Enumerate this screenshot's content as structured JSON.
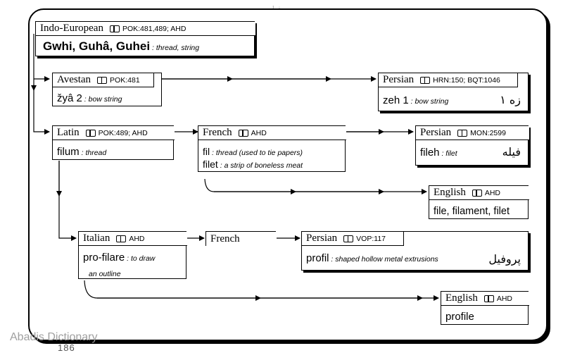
{
  "watermark_top": "فیله",
  "watermark_bottom": "Abadis Dictionary",
  "page_number": "186",
  "boxes": {
    "indo_european": {
      "lang": "Indo-European",
      "src": "POK:481,489; AHD",
      "word": "Gwhi, Guhâ, Guhei",
      "gloss": "thread, string"
    },
    "avestan": {
      "lang": "Avestan",
      "src": "POK:481",
      "word": "žyâ 2",
      "gloss": "bow string"
    },
    "persian_zeh": {
      "lang": "Persian",
      "src": "HRN:150; BQT:1046",
      "word": "zeh 1",
      "gloss": "bow string",
      "arabic": "زه ۱"
    },
    "latin": {
      "lang": "Latin",
      "src": "POK:489; AHD",
      "word": "filum",
      "gloss": "thread"
    },
    "french_fil": {
      "lang": "French",
      "src": "AHD",
      "words": [
        {
          "word": "fil",
          "gloss": "thread (used to tie papers)"
        },
        {
          "word": "filet",
          "gloss": "a strip of boneless meat"
        }
      ]
    },
    "persian_fileh": {
      "lang": "Persian",
      "src": "MON:2599",
      "word": "fileh",
      "gloss": "filet",
      "arabic": "فیله"
    },
    "english_file": {
      "lang": "English",
      "src": "AHD",
      "word": "file, filament, filet"
    },
    "italian": {
      "lang": "Italian",
      "src": "AHD",
      "word": "pro-filare",
      "gloss": "to draw",
      "gloss2": "an outline"
    },
    "french_plain": {
      "lang": "French"
    },
    "persian_profil": {
      "lang": "Persian",
      "src": "VOP:117",
      "word": "profil",
      "gloss": "shaped hollow metal extrusions",
      "arabic": "پروفیل"
    },
    "english_profile": {
      "lang": "English",
      "src": "AHD",
      "word": "profile"
    }
  }
}
